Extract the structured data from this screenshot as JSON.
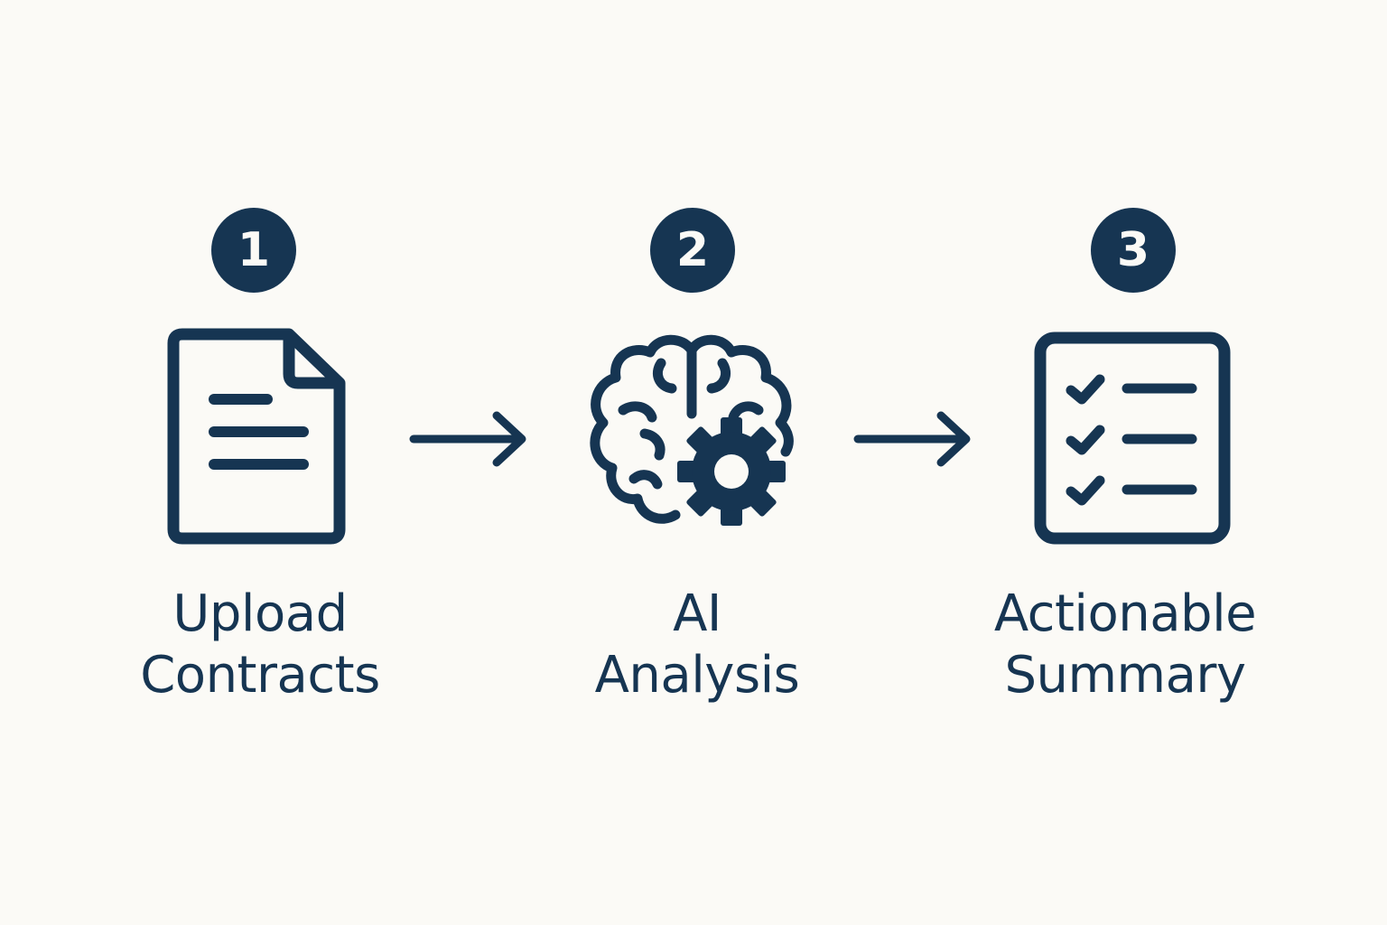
{
  "colors": {
    "background": "#fbfaf6",
    "ink": "#163552"
  },
  "steps": [
    {
      "number": "1",
      "icon": "document-icon",
      "label_line1": "Upload",
      "label_line2": "Contracts"
    },
    {
      "number": "2",
      "icon": "brain-gear-icon",
      "label_line1": "AI",
      "label_line2": "Analysis"
    },
    {
      "number": "3",
      "icon": "checklist-icon",
      "label_line1": "Actionable",
      "label_line2": "Summary"
    }
  ],
  "connectors": [
    {
      "icon": "arrow-right-icon"
    },
    {
      "icon": "arrow-right-icon"
    }
  ]
}
